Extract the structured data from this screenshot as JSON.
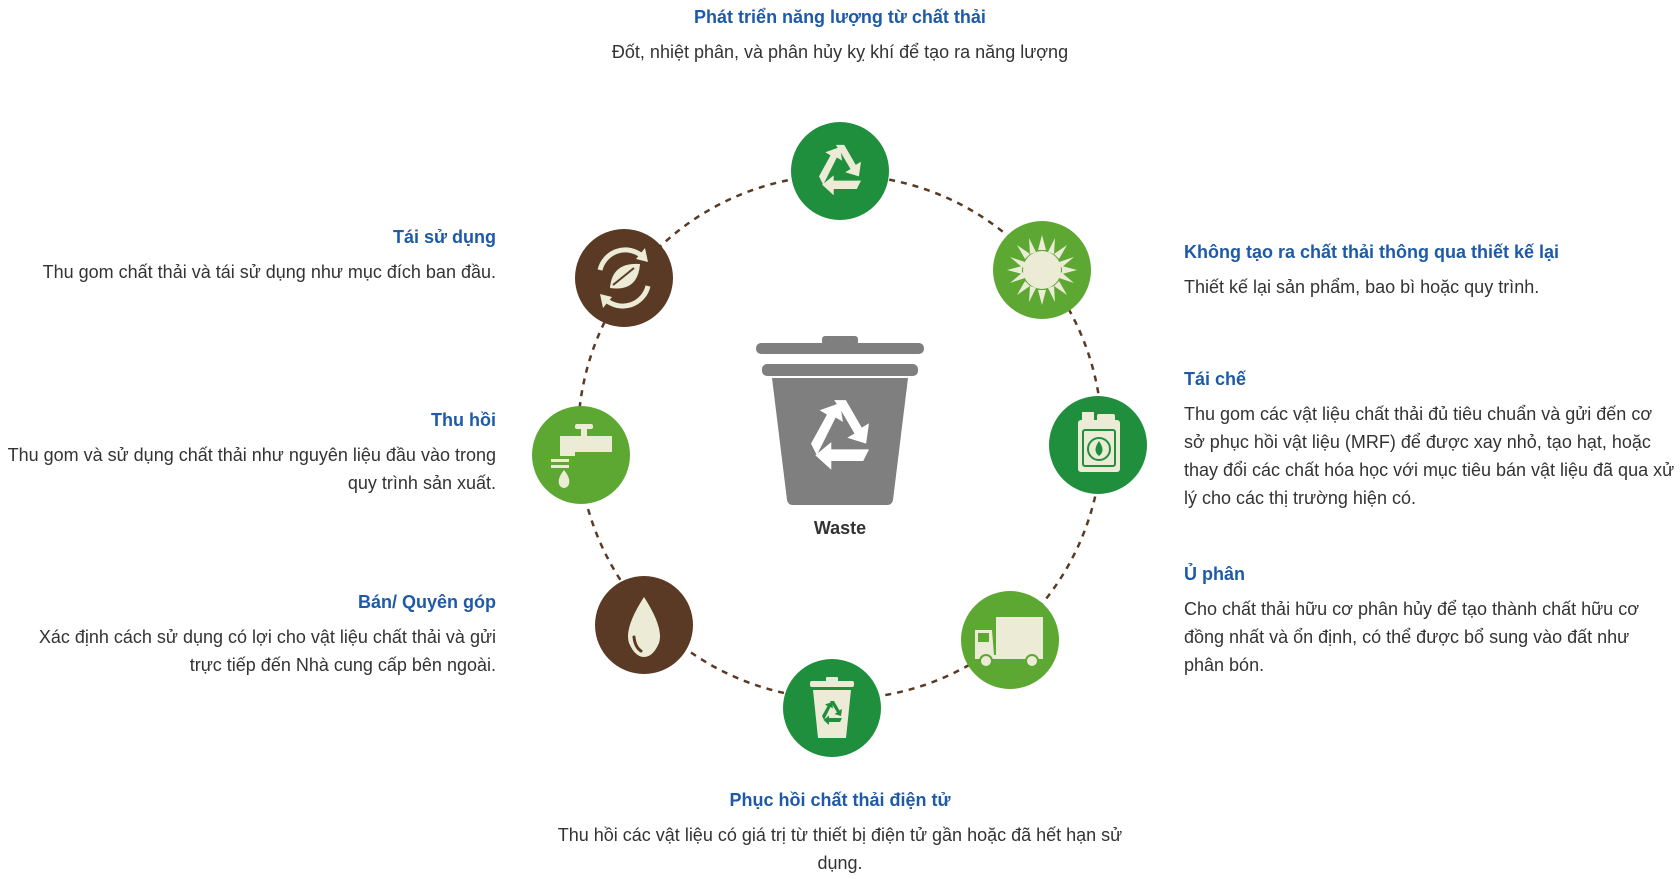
{
  "center": {
    "label": "Waste"
  },
  "colors": {
    "title": "#1e5aa8",
    "text": "#333333",
    "dark_green": "#1f8f3e",
    "light_green": "#5da733",
    "brown": "#5a3a24",
    "bin_gray": "#7f7f7f",
    "icon_cream": "#ecebd5",
    "dash": "#5a3a24"
  },
  "icons": [
    {
      "name": "recycle-icon",
      "color": "dark_green"
    },
    {
      "name": "sun-icon",
      "color": "light_green"
    },
    {
      "name": "canister-icon",
      "color": "dark_green"
    },
    {
      "name": "truck-icon",
      "color": "light_green"
    },
    {
      "name": "recycle-bin-icon",
      "color": "dark_green"
    },
    {
      "name": "droplet-icon",
      "color": "brown"
    },
    {
      "name": "faucet-icon",
      "color": "light_green"
    },
    {
      "name": "leaf-cycle-icon",
      "color": "brown"
    }
  ],
  "items": {
    "energy": {
      "title": "Phát triển năng lượng từ chất thải",
      "desc": "Đốt, nhiệt phân, và phân hủy kỵ khí để tạo ra năng lượng"
    },
    "redesign": {
      "title": "Không  tạo ra chất thải thông qua thiết kế lại",
      "desc": "Thiết kế lại sản phẩm, bao bì hoặc quy trình."
    },
    "recycle": {
      "title": "Tái chế",
      "desc": "Thu gom các vật liệu chất thải đủ tiêu chuẩn và gửi đến cơ sở phục hồi vật liệu (MRF) để được xay nhỏ, tạo hạt, hoặc thay đổi các chất hóa học với mục tiêu bán vật liệu đã qua xử lý cho các thị trường hiện có."
    },
    "compost": {
      "title": "Ủ phân",
      "desc": "Cho chất thải hữu cơ phân hủy để tạo thành chất hữu cơ đồng nhất và ổn định, có thể được bổ sung vào đất như phân bón."
    },
    "ewaste": {
      "title": "Phục hồi chất thải điện tử",
      "desc": "Thu hồi các vật liệu có giá trị từ thiết bị điện tử gần hoặc đã hết hạn sử dụng."
    },
    "sell": {
      "title": "Bán/ Quyên góp",
      "desc": "Xác định cách sử dụng có lợi cho vật liệu chất thải và gửi trực tiếp đến Nhà cung cấp bên ngoài."
    },
    "recover": {
      "title": "Thu hồi",
      "desc": "Thu gom và sử dụng chất thải như nguyên liệu đầu vào trong quy trình sản xuất."
    },
    "reuse": {
      "title": "Tái sử dụng",
      "desc": "Thu gom chất thải và tái sử dụng như mục đích ban đầu."
    }
  }
}
